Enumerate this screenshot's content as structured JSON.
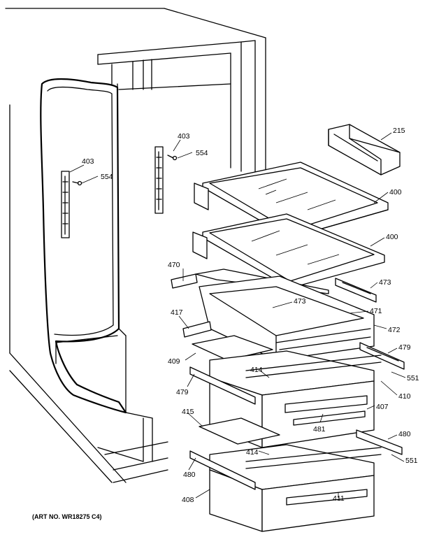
{
  "art_number": "(ART NO. WR18275 C4)",
  "labels": {
    "p215": "215",
    "p400a": "400",
    "p400b": "400",
    "p403a": "403",
    "p403b": "403",
    "p554a": "554",
    "p554b": "554",
    "p470": "470",
    "p473a": "473",
    "p473b": "473",
    "p471": "471",
    "p417": "417",
    "p472": "472",
    "p479a": "479",
    "p479b": "479",
    "p409": "409",
    "p414a": "414",
    "p414b": "414",
    "p551a": "551",
    "p551b": "551",
    "p410": "410",
    "p407": "407",
    "p415": "415",
    "p481": "481",
    "p480a": "480",
    "p480b": "480",
    "p408": "408",
    "p411": "411"
  }
}
